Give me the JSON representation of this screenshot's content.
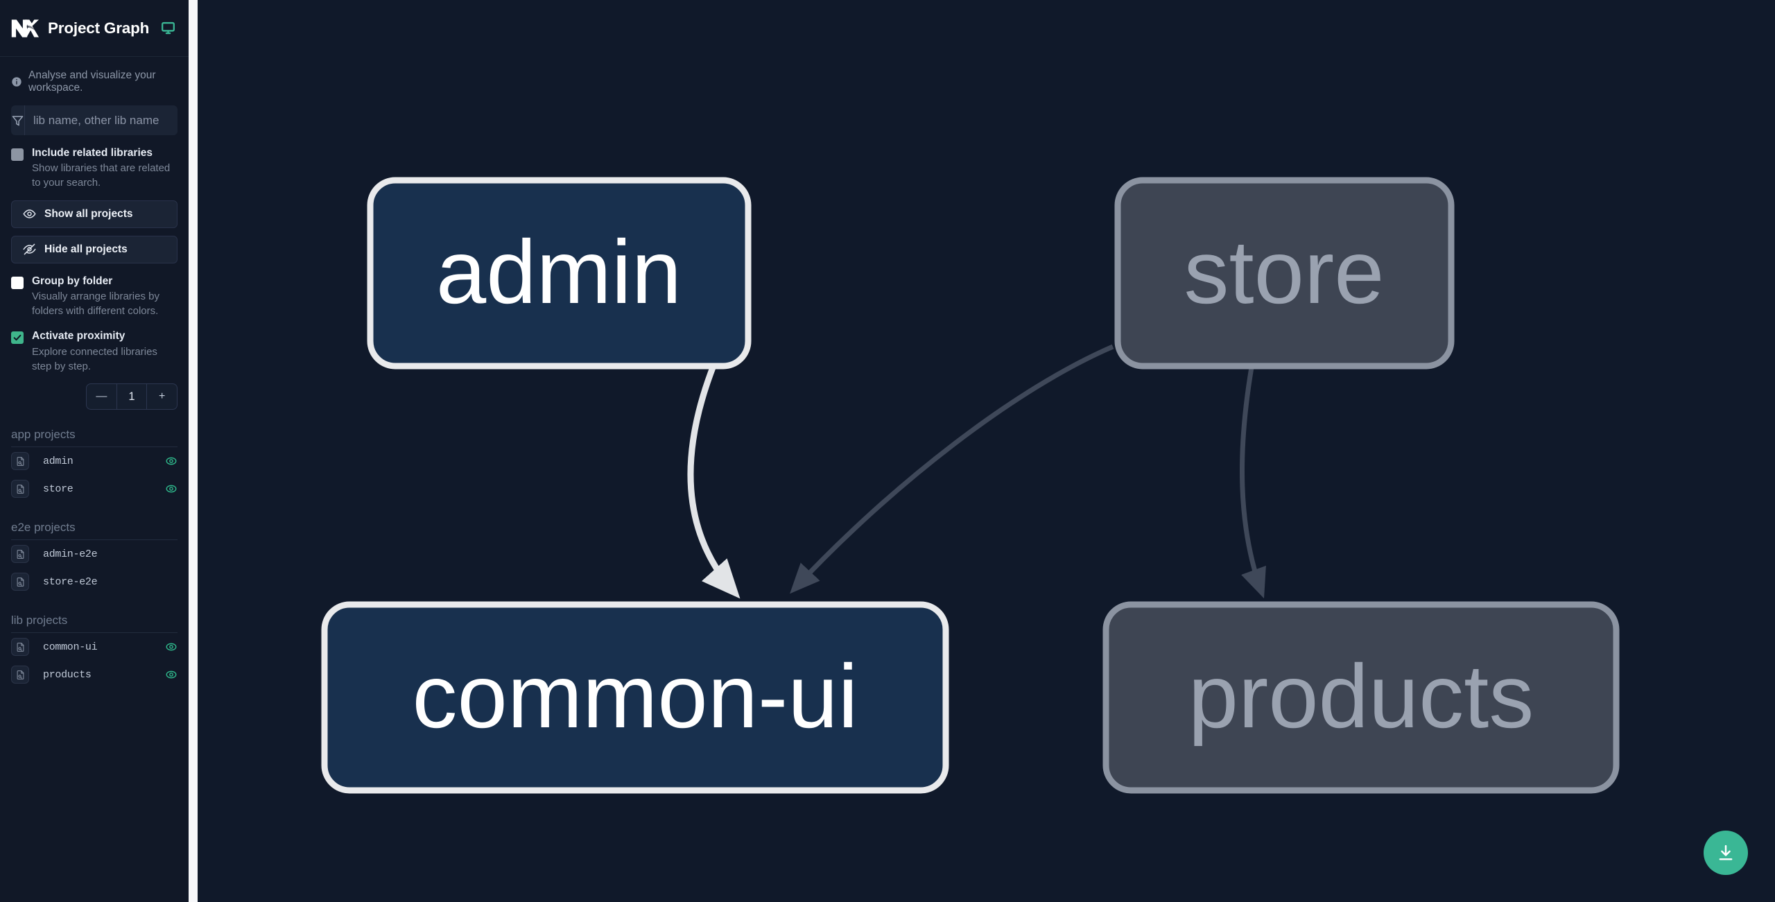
{
  "header": {
    "title": "Project Graph",
    "logo_icon": "nx-logo-icon",
    "display_icon": "monitor-icon",
    "display_icon_color": "#3ab795"
  },
  "tagline": {
    "icon": "info-icon",
    "text": "Analyse and visualize your workspace."
  },
  "search": {
    "icon": "filter-icon",
    "placeholder": "lib name, other lib name",
    "value": ""
  },
  "options": [
    {
      "id": "include-related-libraries",
      "title": "Include related libraries",
      "description": "Show libraries that are related to your search.",
      "checked": false,
      "checkbox_style": "gray"
    },
    {
      "id": "group-by-folder",
      "title": "Group by folder",
      "description": "Visually arrange libraries by folders with different colors.",
      "checked": false,
      "checkbox_style": "white"
    },
    {
      "id": "activate-proximity",
      "title": "Activate proximity",
      "description": "Explore connected libraries step by step.",
      "checked": true,
      "checkbox_style": "green"
    }
  ],
  "buttons": {
    "show_all": {
      "label": "Show all projects",
      "icon": "eye-icon"
    },
    "hide_all": {
      "label": "Hide all projects",
      "icon": "eye-off-icon"
    }
  },
  "proximity_stepper": {
    "decrement_label": "—",
    "value": "1",
    "increment_label": "+"
  },
  "project_sections": [
    {
      "title": "app projects",
      "items": [
        {
          "name": "admin",
          "icon": "project-file-icon",
          "visible": true,
          "eye_icon": "eye-outline-icon"
        },
        {
          "name": "store",
          "icon": "project-file-icon",
          "visible": true,
          "eye_icon": "eye-outline-icon"
        }
      ]
    },
    {
      "title": "e2e projects",
      "items": [
        {
          "name": "admin-e2e",
          "icon": "project-file-icon",
          "visible": false,
          "eye_icon": ""
        },
        {
          "name": "store-e2e",
          "icon": "project-file-icon",
          "visible": false,
          "eye_icon": ""
        }
      ]
    },
    {
      "title": "lib projects",
      "items": [
        {
          "name": "common-ui",
          "icon": "project-file-icon",
          "visible": true,
          "eye_icon": "eye-outline-icon"
        },
        {
          "name": "products",
          "icon": "project-file-icon",
          "visible": true,
          "eye_icon": "eye-outline-icon"
        }
      ]
    }
  ],
  "graph": {
    "nodes": [
      {
        "id": "admin",
        "label": "admin",
        "state": "highlighted"
      },
      {
        "id": "store",
        "label": "store",
        "state": "dimmed"
      },
      {
        "id": "common-ui",
        "label": "common-ui",
        "state": "highlighted"
      },
      {
        "id": "products",
        "label": "products",
        "state": "dimmed"
      }
    ],
    "edges": [
      {
        "from": "admin",
        "to": "common-ui",
        "state": "highlighted"
      },
      {
        "from": "store",
        "to": "common-ui",
        "state": "dimmed"
      },
      {
        "from": "store",
        "to": "products",
        "state": "dimmed"
      }
    ],
    "colors": {
      "highlight_fill": "#18304e",
      "highlight_stroke": "#e9eaec",
      "highlight_text": "#ffffff",
      "dim_fill": "#3e4553",
      "dim_stroke": "#8b93a1",
      "dim_text": "#9aa2b0",
      "background": "#10192a",
      "edge_highlight": "#e2e4e7",
      "edge_dim": "#3c4557"
    }
  },
  "download_button": {
    "icon": "download-icon",
    "color": "#3ab795"
  }
}
